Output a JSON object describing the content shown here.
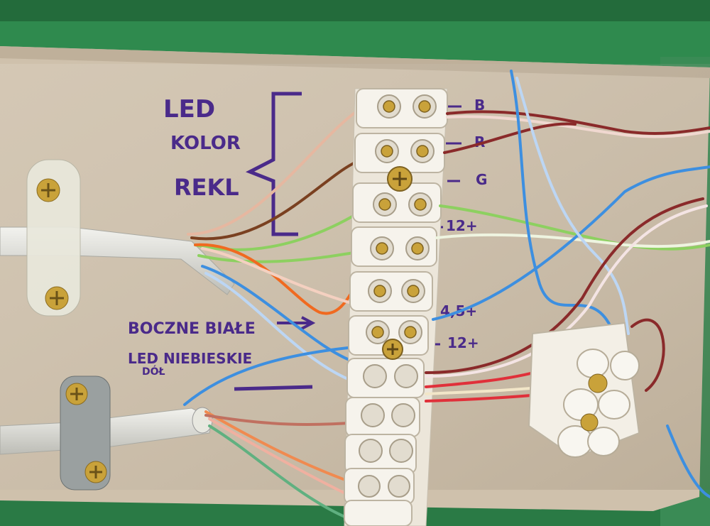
{
  "labels": {
    "led": "LED",
    "kolor": "KOLOR",
    "rekl": "REKL",
    "boczne": "BOCZNE BIAŁE",
    "led_niebieskie": "LED NIEBIESKIE",
    "dol": "DÓŁ"
  },
  "terminal_marks": {
    "b": "B",
    "r": "R",
    "g": "G",
    "v12a": "12+",
    "v45": "4,5+",
    "v12b": "12+"
  },
  "colors": {
    "green_frame": "#2f8a4e",
    "cardboard": "#cfc1ac",
    "ink": "#4a2a8a",
    "terminal": "#f1ece3",
    "screw": "#c9a23a"
  }
}
